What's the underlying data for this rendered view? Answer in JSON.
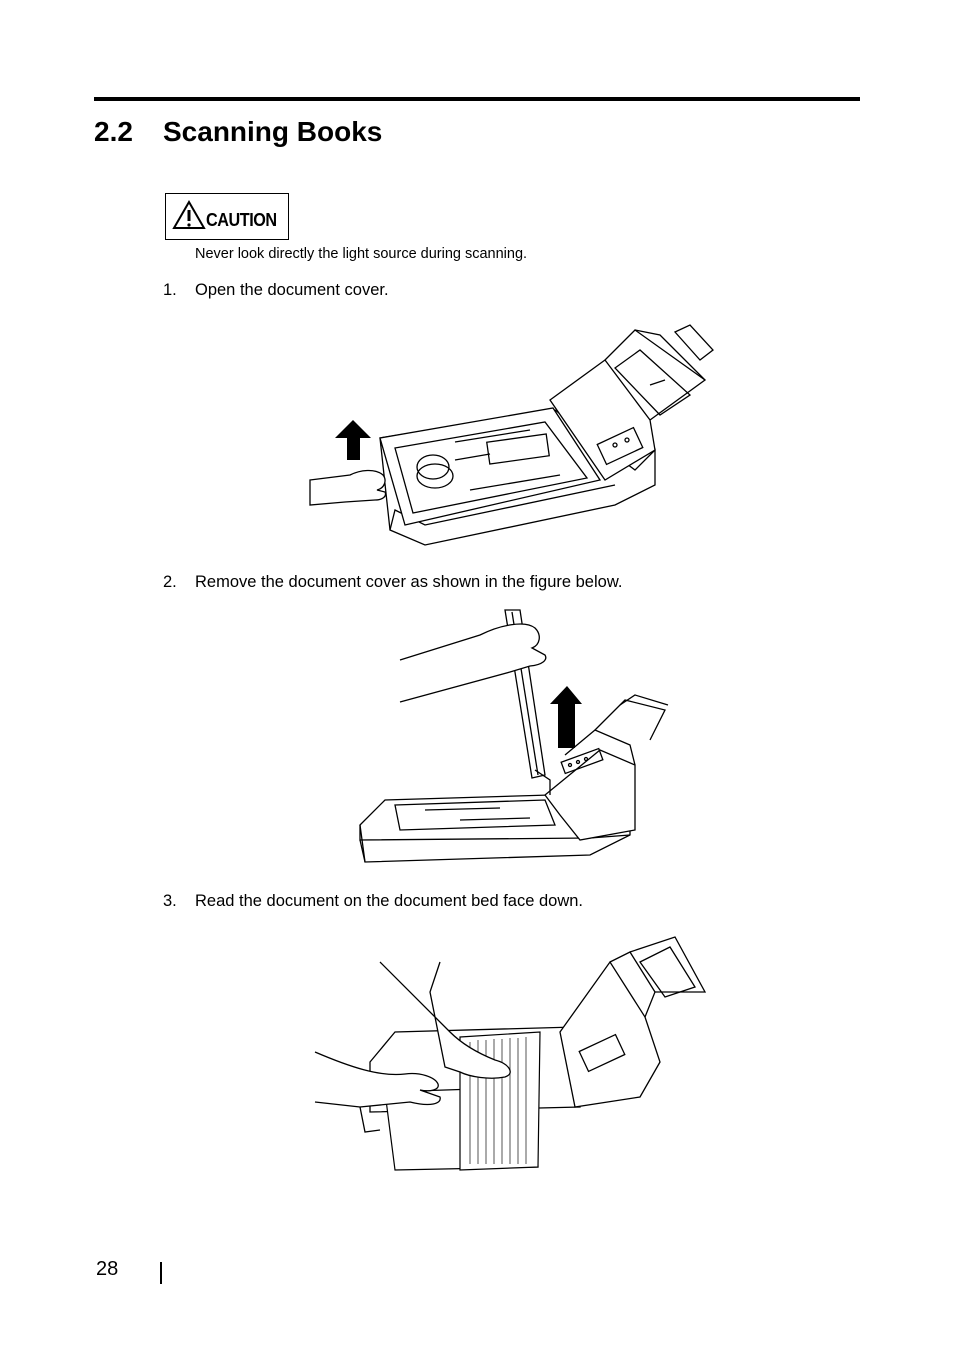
{
  "section": {
    "number": "2.2",
    "title": "Scanning Books"
  },
  "caution": {
    "label": "CAUTION",
    "text": "Never look directly the light source during scanning."
  },
  "steps": [
    {
      "number": "1.",
      "text": "Open the document cover."
    },
    {
      "number": "2.",
      "text": "Remove the document cover as shown in the figure below."
    },
    {
      "number": "3.",
      "text": "Read the document on the document bed face down."
    }
  ],
  "footer": {
    "page_number": "28"
  },
  "icons": {
    "caution": "warning-triangle-icon",
    "arrow": "up-arrow-icon"
  }
}
